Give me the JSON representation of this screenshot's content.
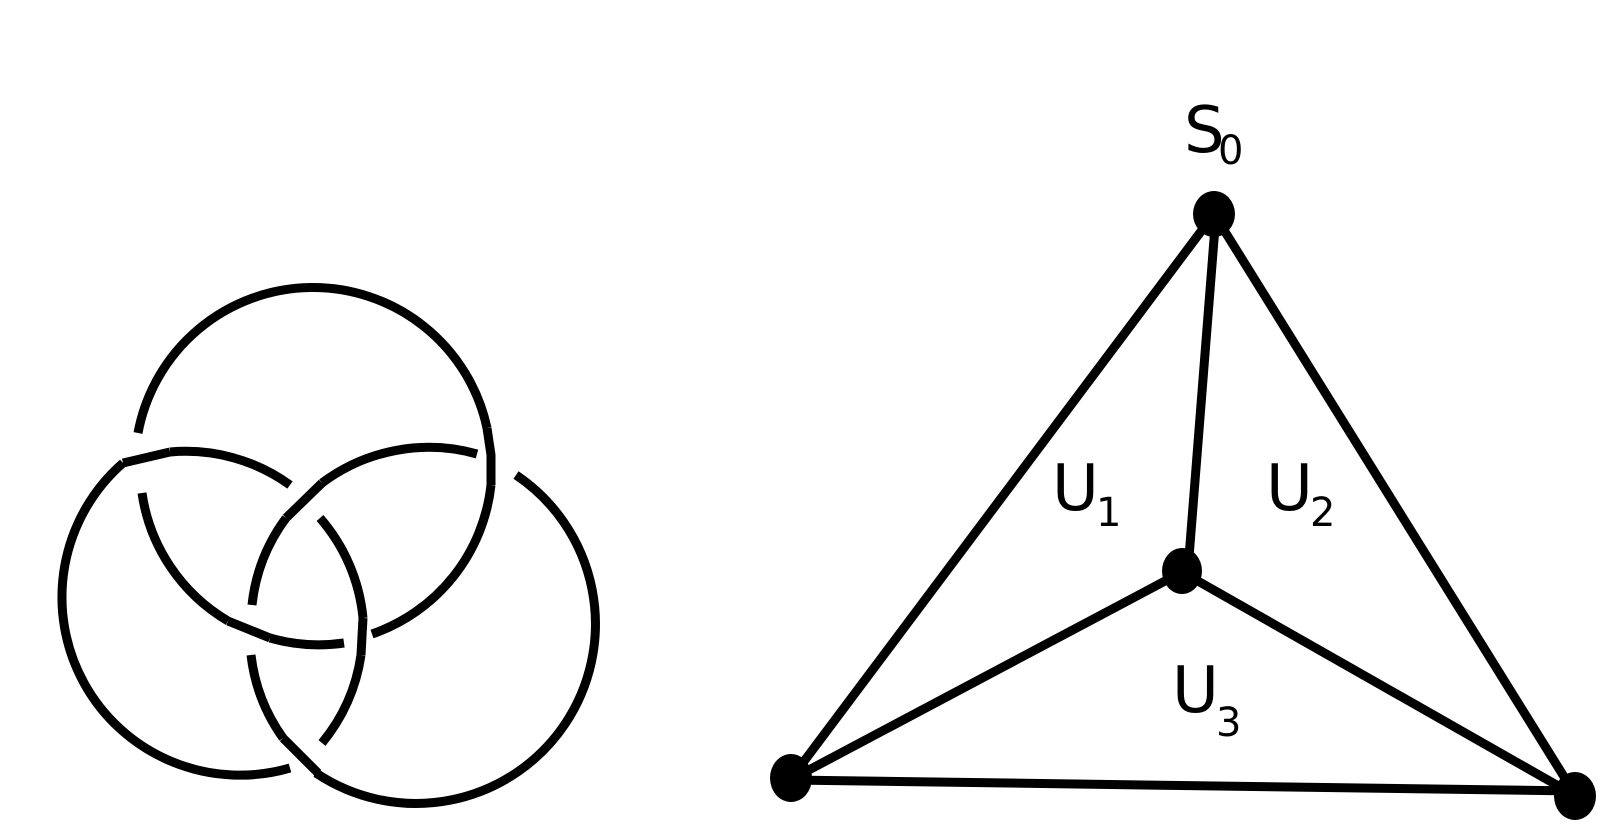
{
  "knot_diagram": {
    "components": [
      "top-ring",
      "left-ring",
      "right-ring",
      "inner-arcs"
    ]
  },
  "graph": {
    "vertices": [
      "s0-vertex",
      "inner-vertex",
      "left-vertex",
      "right-vertex"
    ],
    "labels": {
      "s0": {
        "main": "S",
        "sub": "0"
      },
      "u1": {
        "main": "U",
        "sub": "1"
      },
      "u2": {
        "main": "U",
        "sub": "2"
      },
      "u3": {
        "main": "U",
        "sub": "3"
      }
    }
  }
}
